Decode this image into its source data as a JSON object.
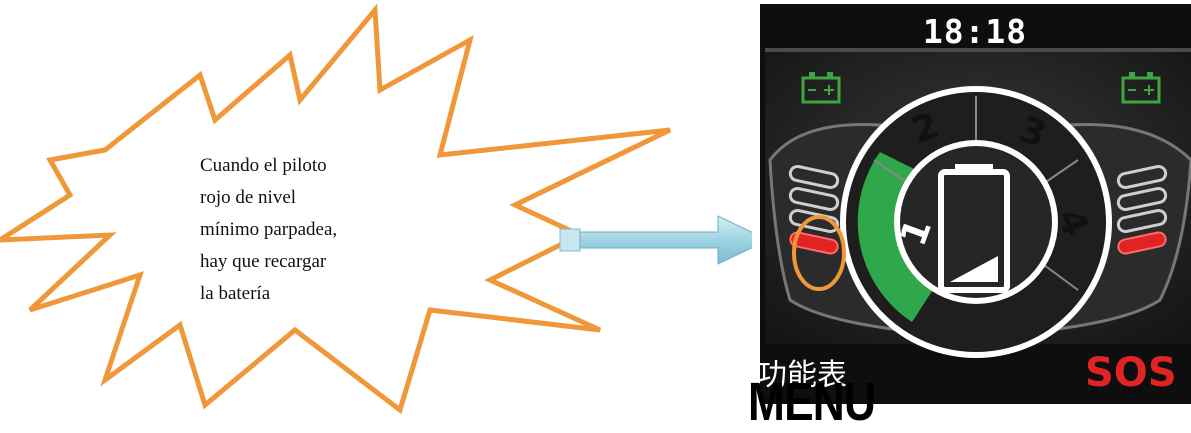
{
  "callout": {
    "lines": [
      "Cuando el piloto",
      "rojo de nivel",
      "mínimo parpadea,",
      "hay que recargar",
      "la batería"
    ]
  },
  "device": {
    "clock": "18:18",
    "gears": [
      "1",
      "2",
      "3",
      "4"
    ],
    "active_gear": "1",
    "bottom_left_label": "功能表",
    "bottom_right_label": "SOS",
    "menu_caption": "MENU",
    "icons": [
      "battery-left-icon",
      "battery-right-icon",
      "battery-center-icon",
      "level-indicator-left",
      "level-indicator-right"
    ]
  },
  "colors": {
    "callout_border": "#f0973a",
    "arrow": "#9fd4e3",
    "screen_bg": "#1c1c1c",
    "active_gear": "#2ea84a",
    "warning_red": "#e02424",
    "battery_green": "#3da640",
    "highlight_ring": "#f0973a"
  }
}
